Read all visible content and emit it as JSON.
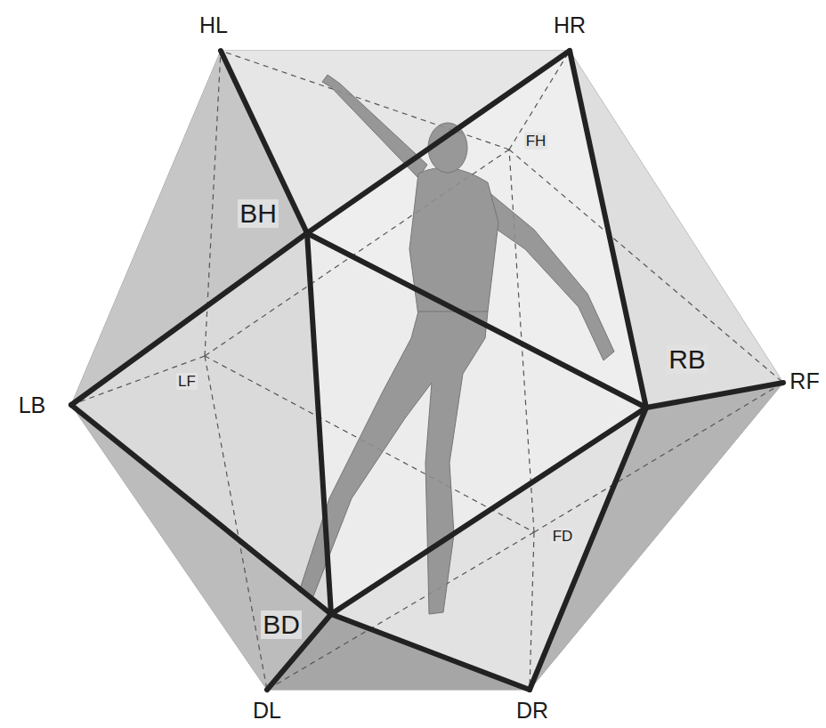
{
  "diagram": {
    "labels": [
      "HL",
      "HR",
      "FH",
      "BH",
      "RF",
      "LB",
      "RB",
      "LF",
      "FD",
      "BD",
      "DL",
      "DR"
    ]
  }
}
